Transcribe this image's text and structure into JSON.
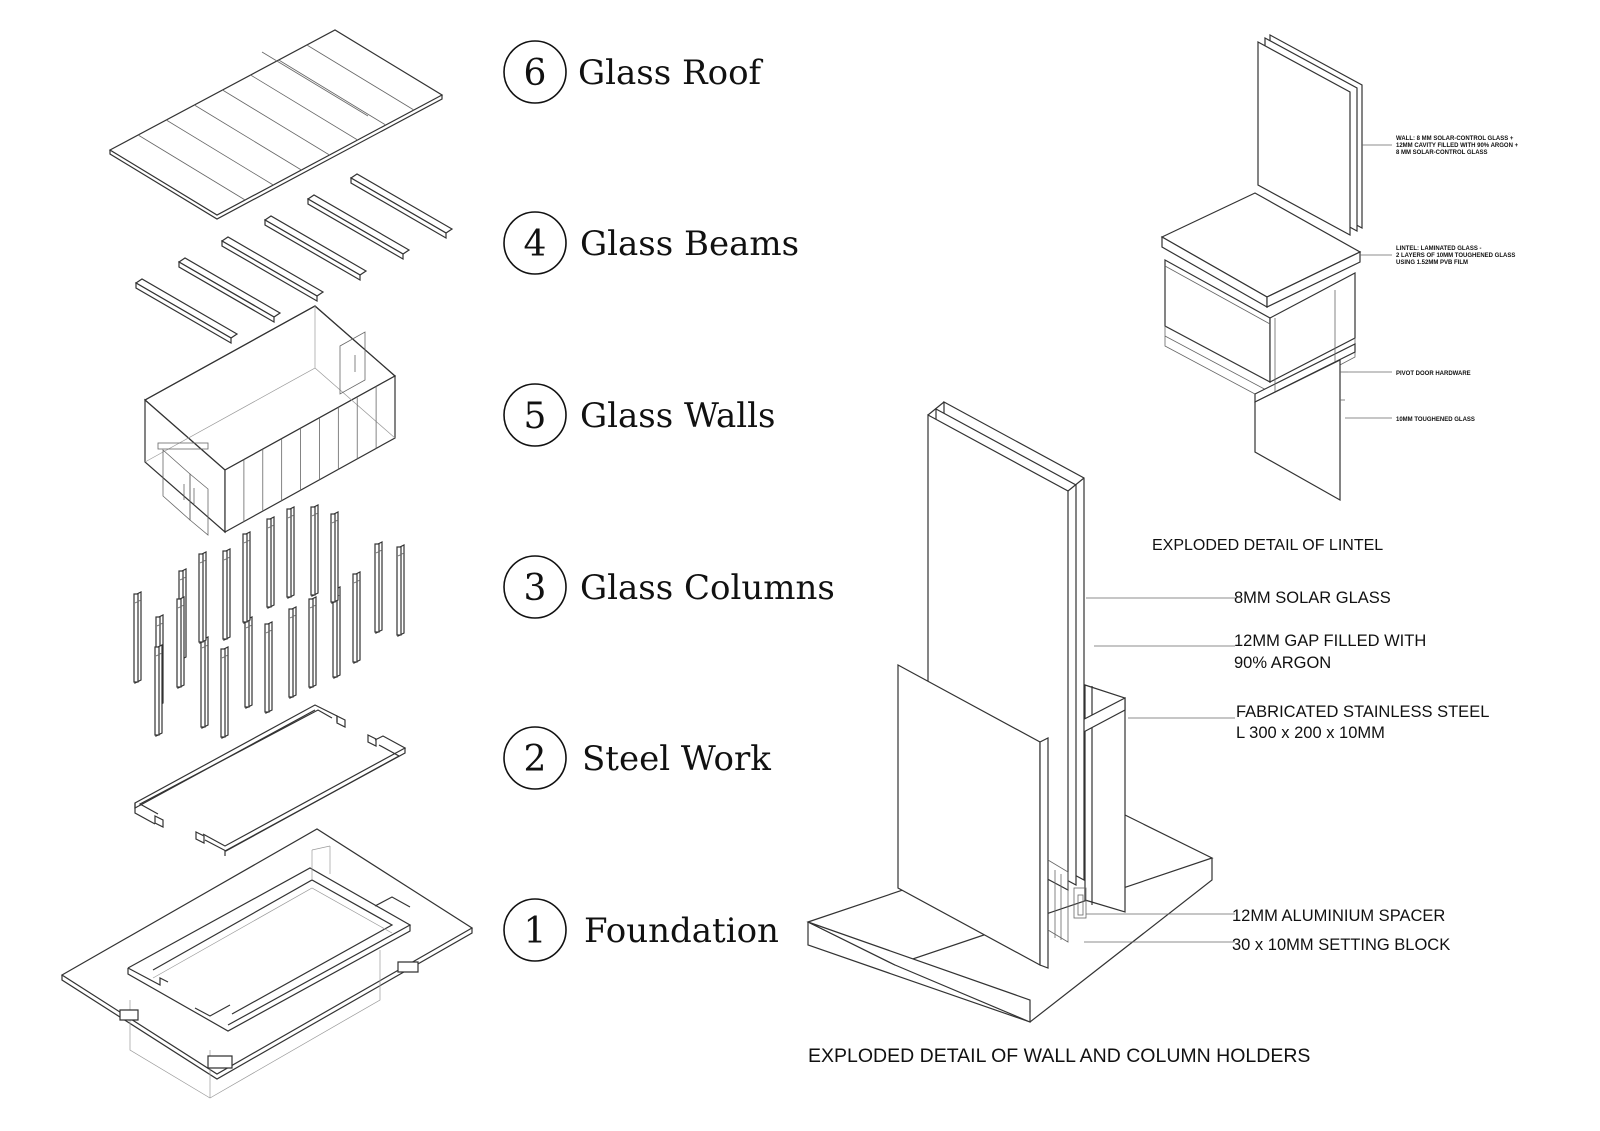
{
  "layers": [
    {
      "number": "6",
      "name": "Glass Roof"
    },
    {
      "number": "4",
      "name": "Glass Beams"
    },
    {
      "number": "5",
      "name": "Glass Walls"
    },
    {
      "number": "3",
      "name": "Glass Columns"
    },
    {
      "number": "2",
      "name": "Steel Work"
    },
    {
      "number": "1",
      "name": "Foundation"
    }
  ],
  "lintel_detail": {
    "caption": "EXPLODED DETAIL OF LINTEL",
    "notes": {
      "wall": [
        "WALL: 8 MM SOLAR-CONTROL GLASS +",
        "12MM CAVITY FILLED WITH 90% ARGON +",
        "8 MM SOLAR-CONTROL GLASS"
      ],
      "lintel": [
        "LINTEL: LAMINATED GLASS -",
        "2 LAYERS OF 10MM TOUGHENED GLASS",
        "USING 1.52MM PVB FILM"
      ],
      "pivot": "PIVOT DOOR HARDWARE",
      "toughened": "10MM TOUGHENED GLASS"
    }
  },
  "holder_detail": {
    "caption": "EXPLODED DETAIL OF WALL AND COLUMN HOLDERS",
    "notes": {
      "solar": "8MM SOLAR GLASS",
      "gap": [
        "12MM GAP FILLED WITH",
        "90% ARGON"
      ],
      "steel": [
        "FABRICATED STAINLESS STEEL",
        "L 300 x 200 x 10MM"
      ],
      "spacer": "12MM ALUMINIUM SPACER",
      "block": "30 x 10MM SETTING BLOCK"
    }
  }
}
